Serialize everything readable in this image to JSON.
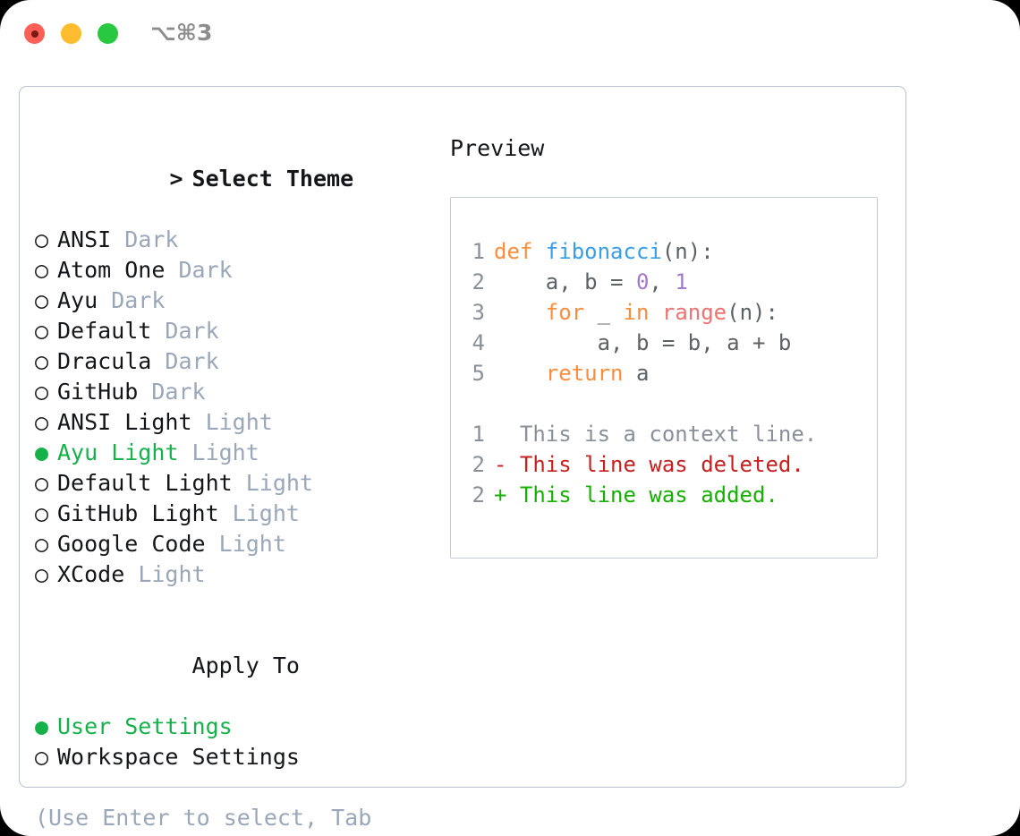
{
  "titlebar": {
    "shortcut": "⌥⌘3",
    "lights": [
      "close-red",
      "minimize-yellow",
      "zoom-green"
    ]
  },
  "theme_section": {
    "caret": ">",
    "title": "Select Theme",
    "options": [
      {
        "bullet": "○",
        "label": "ANSI",
        "tag": "Dark",
        "selected": false
      },
      {
        "bullet": "○",
        "label": "Atom One",
        "tag": "Dark",
        "selected": false
      },
      {
        "bullet": "○",
        "label": "Ayu",
        "tag": "Dark",
        "selected": false
      },
      {
        "bullet": "○",
        "label": "Default",
        "tag": "Dark",
        "selected": false
      },
      {
        "bullet": "○",
        "label": "Dracula",
        "tag": "Dark",
        "selected": false
      },
      {
        "bullet": "○",
        "label": "GitHub",
        "tag": "Dark",
        "selected": false
      },
      {
        "bullet": "○",
        "label": "ANSI Light",
        "tag": "Light",
        "selected": false
      },
      {
        "bullet": "●",
        "label": "Ayu Light",
        "tag": "Light",
        "selected": true
      },
      {
        "bullet": "○",
        "label": "Default Light",
        "tag": "Light",
        "selected": false
      },
      {
        "bullet": "○",
        "label": "GitHub Light",
        "tag": "Light",
        "selected": false
      },
      {
        "bullet": "○",
        "label": "Google Code",
        "tag": "Light",
        "selected": false
      },
      {
        "bullet": "○",
        "label": "XCode",
        "tag": "Light",
        "selected": false
      }
    ]
  },
  "apply_section": {
    "caret": " ",
    "title": "Apply To",
    "options": [
      {
        "bullet": "●",
        "label": "User Settings",
        "tag": "",
        "selected": true
      },
      {
        "bullet": "○",
        "label": "Workspace Settings",
        "tag": "",
        "selected": false
      }
    ]
  },
  "hint": "(Use Enter to select, Tab to change focus)",
  "preview": {
    "title": "Preview",
    "code_lines": [
      {
        "num": "1",
        "tokens": [
          {
            "text": "def ",
            "cls": "tok-kw"
          },
          {
            "text": "fibonacci",
            "cls": "tok-fn"
          },
          {
            "text": "(n):",
            "cls": "tok-txt"
          }
        ]
      },
      {
        "num": "2",
        "tokens": [
          {
            "text": "    a, b = ",
            "cls": "tok-txt"
          },
          {
            "text": "0",
            "cls": "tok-num"
          },
          {
            "text": ", ",
            "cls": "tok-txt"
          },
          {
            "text": "1",
            "cls": "tok-num"
          }
        ]
      },
      {
        "num": "3",
        "tokens": [
          {
            "text": "    ",
            "cls": "tok-txt"
          },
          {
            "text": "for",
            "cls": "tok-kw"
          },
          {
            "text": " _ ",
            "cls": "tok-txt"
          },
          {
            "text": "in",
            "cls": "tok-kw"
          },
          {
            "text": " ",
            "cls": "tok-txt"
          },
          {
            "text": "range",
            "cls": "tok-bi"
          },
          {
            "text": "(n):",
            "cls": "tok-txt"
          }
        ]
      },
      {
        "num": "4",
        "tokens": [
          {
            "text": "        a, b = b, a + b",
            "cls": "tok-txt"
          }
        ]
      },
      {
        "num": "5",
        "tokens": [
          {
            "text": "    ",
            "cls": "tok-txt"
          },
          {
            "text": "return",
            "cls": "tok-kw"
          },
          {
            "text": " a",
            "cls": "tok-txt"
          }
        ]
      }
    ],
    "diff_lines": [
      {
        "num": "1",
        "marker": "  ",
        "text": "This is a context line.",
        "cls": "tok-ctx"
      },
      {
        "num": "2",
        "marker": "- ",
        "text": "This line was deleted.",
        "cls": "tok-del"
      },
      {
        "num": "2",
        "marker": "+ ",
        "text": "This line was added.",
        "cls": "tok-add"
      }
    ]
  },
  "colors": {
    "accent_green": "#16b14b",
    "keyword_orange": "#fa8d3e",
    "function_blue": "#399ee6",
    "number_purple": "#a37acc",
    "builtin_red": "#f07171",
    "diff_deleted": "#c52121",
    "diff_added": "#16b000",
    "muted": "#9aa7b8",
    "border": "#b9c2cf"
  }
}
